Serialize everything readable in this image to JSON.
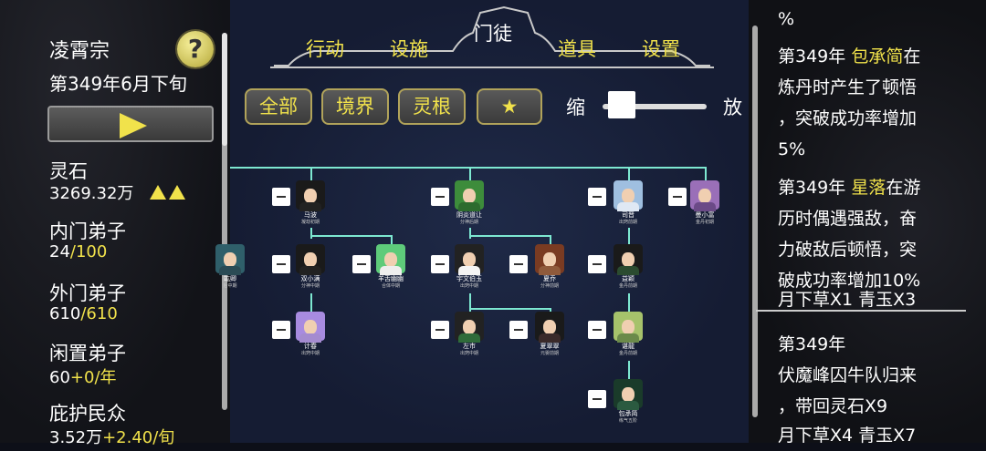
{
  "left": {
    "sect_name": "凌霄宗",
    "date": "第349年6月下旬",
    "help": "?",
    "spirit_stone_label": "灵石",
    "spirit_stone_value": "3269.32万",
    "inner_label": "内门弟子",
    "inner_current": "24",
    "inner_max": "/100",
    "outer_label": "外门弟子",
    "outer_current": "610",
    "outer_max": "/610",
    "idle_label": "闲置弟子",
    "idle_current": "60",
    "idle_rate": "+0/年",
    "civ_label": "庇护民众",
    "civ_current": "3.52万",
    "civ_rate": "+2.40/旬"
  },
  "tabs": [
    "行动",
    "设施",
    "门徒",
    "道具",
    "设置"
  ],
  "active_tab": "门徒",
  "filters": [
    "全部",
    "境界",
    "灵根",
    "★"
  ],
  "zoom": {
    "shrink": "缩",
    "expand": "放",
    "level": 0.1
  },
  "disciples": [
    {
      "name": "马波",
      "rank": "凝劫初期",
      "hair": "#1a1a1a",
      "cloth": "#222"
    },
    {
      "name": "阴炎道让",
      "rank": "分神后期",
      "hair": "#3d8c3b",
      "cloth": "#2d6b2e"
    },
    {
      "name": "司晋",
      "rank": "出窍前期",
      "hair": "#9fbfe0",
      "cloth": "#dfe8f4"
    },
    {
      "name": "曼小富",
      "rank": "金丹初期",
      "hair": "#9a6fb8",
      "cloth": "#6b4a87"
    },
    {
      "name": "竑卿",
      "rank": "后中期",
      "hair": "#2f5f6a",
      "cloth": "#2b4b55"
    },
    {
      "name": "双小满",
      "rank": "分神中期",
      "hair": "#1a1a1a",
      "cloth": "#222"
    },
    {
      "name": "羊舌幽幽",
      "rank": "合体中期",
      "hair": "#5ecb7a",
      "cloth": "#eee"
    },
    {
      "name": "宇文伯玉",
      "rank": "出窍中期",
      "hair": "#222",
      "cloth": "#f4f4f4"
    },
    {
      "name": "夏乔",
      "rank": "分神前期",
      "hair": "#7a3b22",
      "cloth": "#8f5a3b"
    },
    {
      "name": "益颖",
      "rank": "金丹前期",
      "hair": "#1a1a1a",
      "cloth": "#2b4b30"
    },
    {
      "name": "计春",
      "rank": "出窍中期",
      "hair": "#a88be0",
      "cloth": "#a48bd0"
    },
    {
      "name": "左市",
      "rank": "出窍中期",
      "hair": "#222",
      "cloth": "#2f6b3a"
    },
    {
      "name": "夏翠翠",
      "rank": "元婴前期",
      "hair": "#1a1a1a",
      "cloth": "#3a2a2a"
    },
    {
      "name": "谌龍",
      "rank": "金丹前期",
      "hair": "#a6c26b",
      "cloth": "#6b8a4a"
    },
    {
      "name": "包承简",
      "rank": "练气五阶",
      "hair": "#1a3b2a",
      "cloth": "#2b5a40"
    }
  ],
  "log": {
    "l0": "%",
    "e1_pre": "第349年 ",
    "e1_name": "包承简",
    "e1_post": "在",
    "e1_l2": "炼丹时产生了顿悟",
    "e1_l3": "，突破成功率增加",
    "e1_l4": "5%",
    "e2_pre": "第349年 ",
    "e2_name": "星落",
    "e2_post": "在游",
    "e2_l2": "历时偶遇强敌，奋",
    "e2_l3": "力破敌后顿悟，突",
    "e2_l4": "破成功率增加10%",
    "cut": "月下草X1 青玉X3",
    "e3_l1": "第349年",
    "e3_l2": "伏魔峰囚牛队归来",
    "e3_l3": "，带回灵石X9",
    "e3_l4": "月下草X4 青玉X7"
  },
  "colors": {
    "accent": "#f1e24b",
    "line": "#7de8d1"
  }
}
